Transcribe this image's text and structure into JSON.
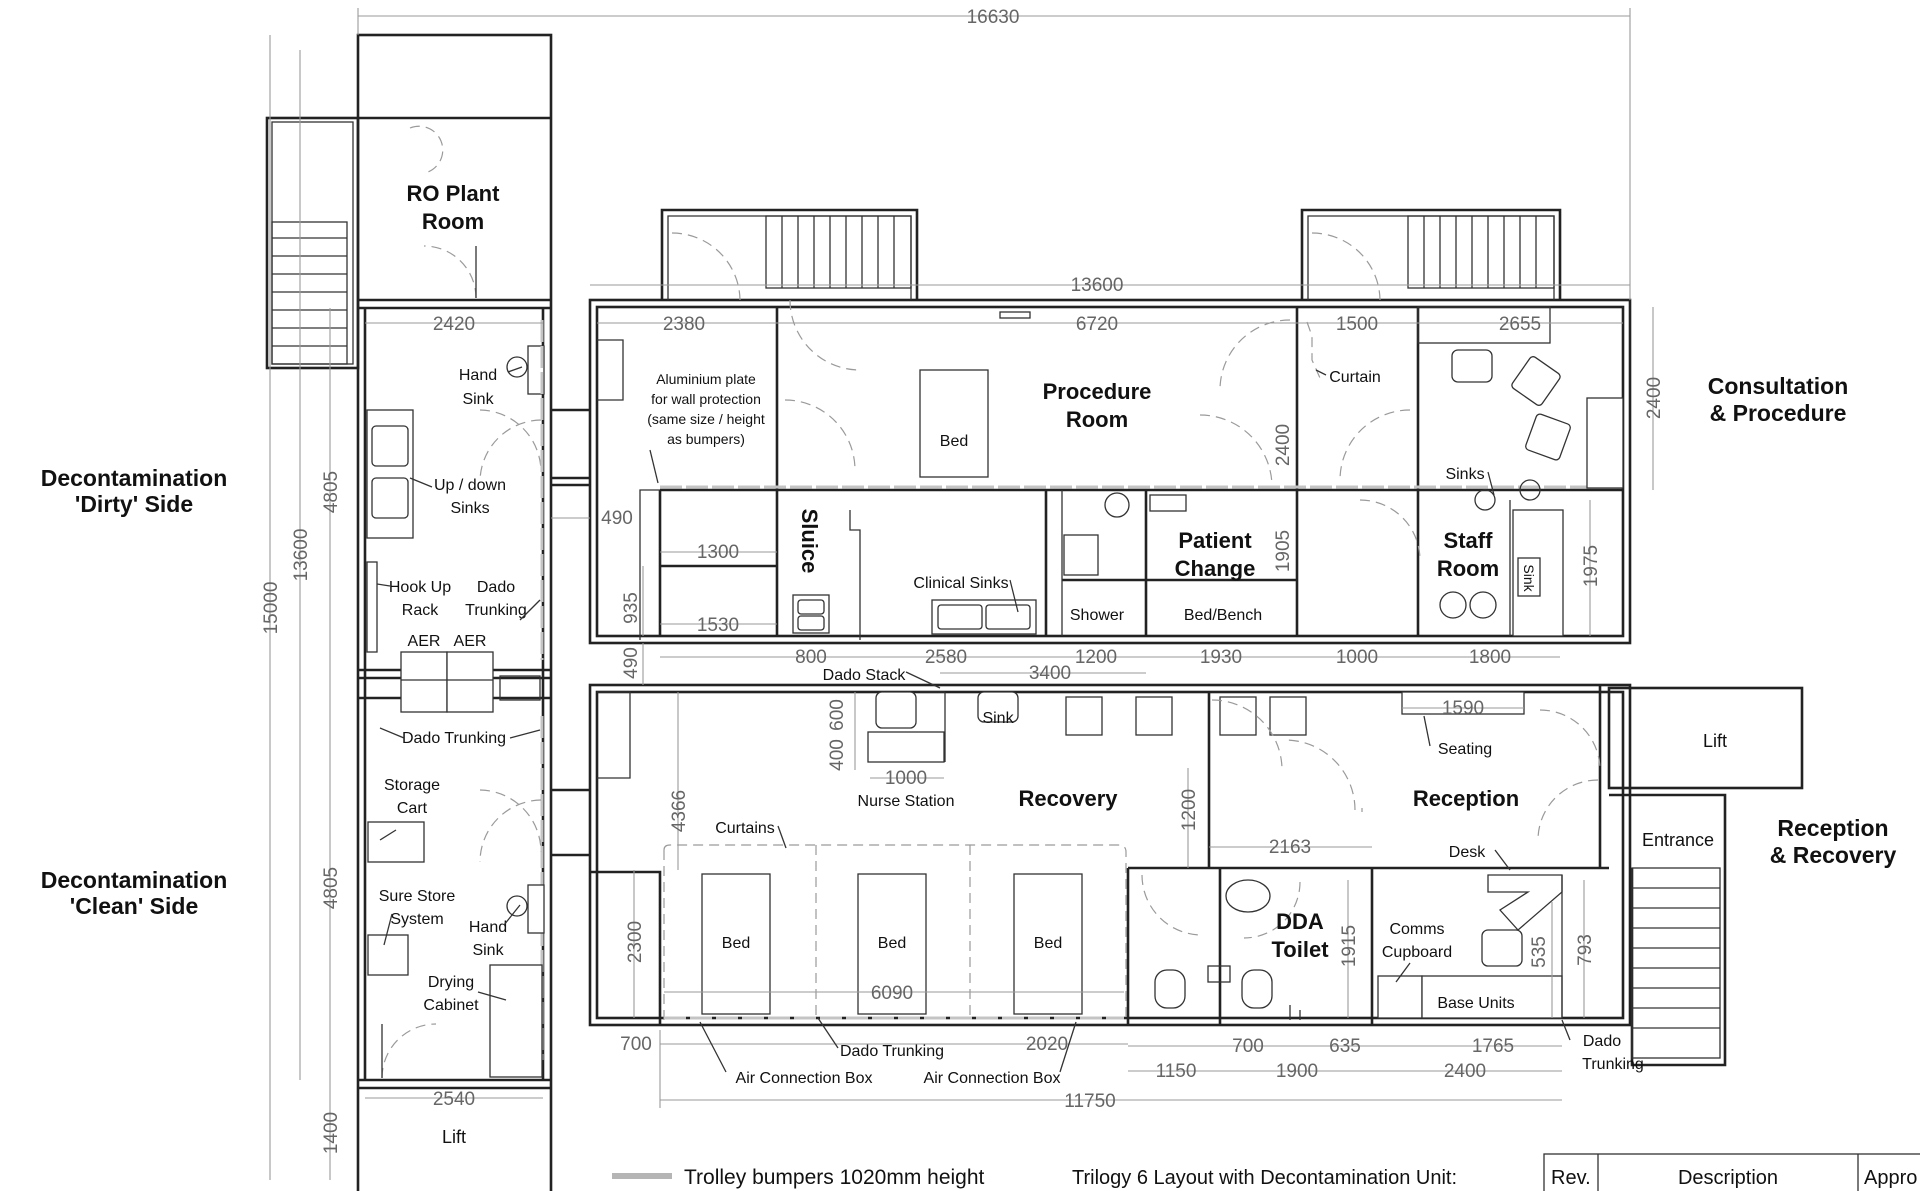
{
  "dimensions": {
    "overall_width": "16630",
    "overall_height": "15000",
    "decon_height": "13600",
    "main_width": "13600",
    "ro_width": "2420",
    "dirty_height": "4805",
    "clean_height": "4805",
    "lift_height": "1400",
    "bottom_width": "2540",
    "offset_490_a": "490",
    "offset_490_b": "490",
    "d_2380": "2380",
    "d_6720": "6720",
    "d_1500": "1500",
    "d_2655": "2655",
    "d_2400_consult": "2400",
    "d_2400_change": "2400",
    "d_1905": "1905",
    "d_1975": "1975",
    "d_1300": "1300",
    "d_1530": "1530",
    "d_935": "935",
    "d_800": "800",
    "d_2580": "2580",
    "d_1200_a": "1200",
    "d_1930": "1930",
    "d_1000_a": "1000",
    "d_1800": "1800",
    "d_3400": "3400",
    "d_600": "600",
    "d_400": "400",
    "d_1000_b": "1000",
    "d_1590": "1590",
    "d_4366": "4366",
    "d_1200_b": "1200",
    "d_2163": "2163",
    "d_2300": "2300",
    "d_6090": "6090",
    "d_1915": "1915",
    "d_535": "535",
    "d_793": "793",
    "d_700_a": "700",
    "d_2020": "2020",
    "d_1150": "1150",
    "d_1900": "1900",
    "d_700_b": "700",
    "d_635": "635",
    "d_1765": "1765",
    "d_2400_bottom": "2400",
    "d_11750": "11750"
  },
  "rooms": {
    "ro_plant_l1": "RO Plant",
    "ro_plant_l2": "Room",
    "procedure_l1": "Procedure",
    "procedure_l2": "Room",
    "sluice": "Sluice",
    "patient_change_l1": "Patient",
    "patient_change_l2": "Change",
    "staff_room_l1": "Staff",
    "staff_room_l2": "Room",
    "recovery": "Recovery",
    "reception": "Reception",
    "dda_toilet_l1": "DDA",
    "dda_toilet_l2": "Toilet",
    "lift_right": "Lift",
    "lift_bottom": "Lift"
  },
  "zones": {
    "dirty_l1": "Decontamination",
    "dirty_l2": "'Dirty' Side",
    "clean_l1": "Decontamination",
    "clean_l2": "'Clean' Side",
    "consult_l1": "Consultation",
    "consult_l2": "& Procedure",
    "recep_l1": "Reception",
    "recep_l2": "& Recovery"
  },
  "fixtures": {
    "hand_sink_top_l1": "Hand",
    "hand_sink_top_l2": "Sink",
    "updown_l1": "Up / down",
    "updown_l2": "Sinks",
    "hookup_l1": "Hook Up",
    "hookup_l2": "Rack",
    "dado_l1": "Dado",
    "dado_l2": "Trunking",
    "aer_1": "AER",
    "aer_2": "AER",
    "dado_trunking_mid": "Dado Trunking",
    "storage_l1": "Storage",
    "storage_l2": "Cart",
    "surestore_l1": "Sure Store",
    "surestore_l2": "System",
    "hand_sink_bot_l1": "Hand",
    "hand_sink_bot_l2": "Sink",
    "drying_l1": "Drying",
    "drying_l2": "Cabinet",
    "alu_l1": "Aluminium plate",
    "alu_l2": "for wall protection",
    "alu_l3": "(same size / height",
    "alu_l4": "as bumpers)",
    "bed_procedure": "Bed",
    "curtain": "Curtain",
    "sinks_staff": "Sinks",
    "sink_staff_vertical": "Sink",
    "clinical_sinks": "Clinical Sinks",
    "shower": "Shower",
    "bed_bench": "Bed/Bench",
    "dado_stack": "Dado Stack",
    "sink_recovery": "Sink",
    "seating": "Seating",
    "nurse_station": "Nurse Station",
    "curtains": "Curtains",
    "bed_1": "Bed",
    "bed_2": "Bed",
    "bed_3": "Bed",
    "desk": "Desk",
    "comms_l1": "Comms",
    "comms_l2": "Cupboard",
    "base_units": "Base Units",
    "entrance": "Entrance",
    "dado_trunking_rec": "Dado Trunking",
    "air_box_1": "Air Connection Box",
    "air_box_2": "Air Connection Box",
    "dado_right_l1": "Dado",
    "dado_right_l2": "Trunking"
  },
  "legend": {
    "bumper_label": "Trolley bumpers 1020mm height"
  },
  "title_block": {
    "title": "Trilogy 6 Layout with Decontamination Unit:",
    "col_rev": "Rev.",
    "col_desc": "Description",
    "col_appr": "Appro"
  },
  "colors": {
    "walls": "#222222",
    "dimension_lines": "#9a9a9a",
    "dimension_text": "#666666",
    "bumper": "#c4c4c4"
  }
}
